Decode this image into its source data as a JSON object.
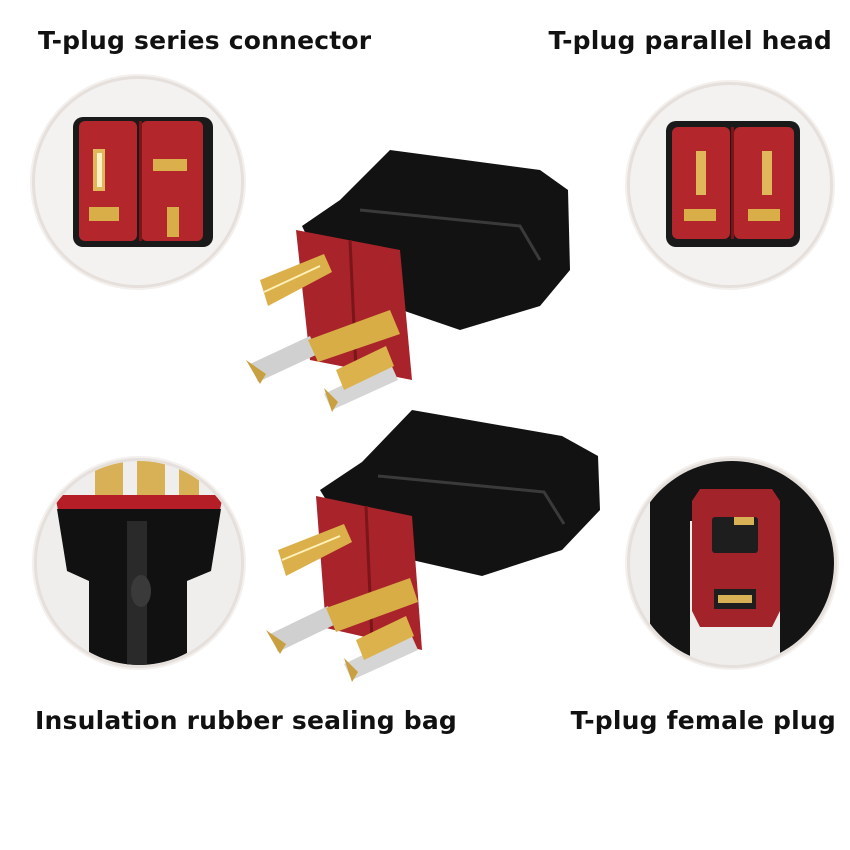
{
  "captions": {
    "top_left": "T-plug series connector",
    "top_right": "T-plug parallel head",
    "bottom_left": "Insulation rubber sealing bag",
    "bottom_right": "T-plug female plug"
  },
  "colors": {
    "connector_red": "#b8232a",
    "housing_black": "#141414",
    "pin_gold": "#d4a93a",
    "pin_silver": "#cfcfcf"
  }
}
